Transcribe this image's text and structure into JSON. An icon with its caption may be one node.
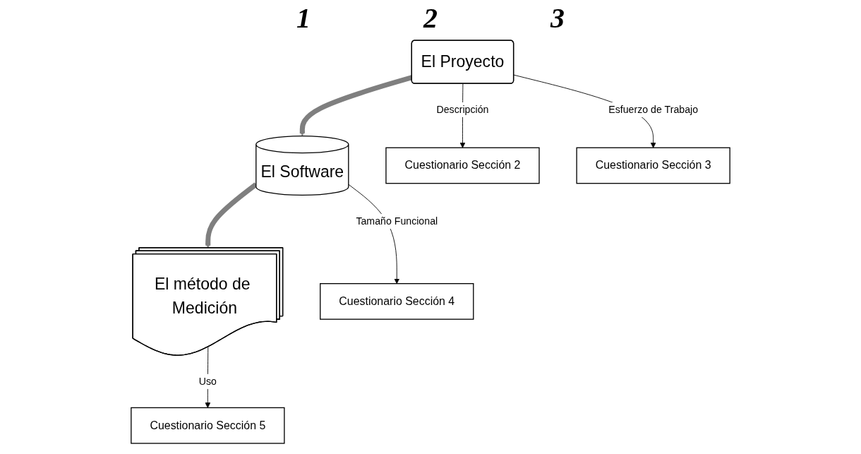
{
  "diagram": {
    "nodes": [
      {
        "text": [
          "El Proyecto"
        ]
      },
      {
        "text": [
          "El Software"
        ]
      },
      {
        "text": [
          "El método de Medición"
        ]
      },
      {
        "text": [
          "Cuestionario Sección 2"
        ]
      },
      {
        "text": [
          "Cuestionario Sección 3"
        ]
      },
      {
        "text": [
          "Cuestionario Sección 4"
        ]
      },
      {
        "text": [
          "Cuestionario Sección 5"
        ]
      }
    ],
    "edges": [
      {
        "from": 0,
        "to": 1,
        "arrow": "to",
        "style": "thick",
        "color": "#7f7f7f"
      },
      {
        "from": 1,
        "to": 2,
        "arrow": "to",
        "style": "thick",
        "color": "#7f7f7f"
      },
      {
        "from": 0,
        "to": 3,
        "arrow": "to",
        "label": "Descripción"
      },
      {
        "from": 0,
        "to": 4,
        "arrow": "to",
        "label": "Esfuerzo de Trabajo"
      },
      {
        "from": 1,
        "to": 5,
        "arrow": "to",
        "label": "Tamaño Funcional"
      },
      {
        "from": 2,
        "to": 6,
        "arrow": "to",
        "label": "Uso"
      }
    ],
    "labels": [
      "1",
      "2",
      "3"
    ]
  }
}
